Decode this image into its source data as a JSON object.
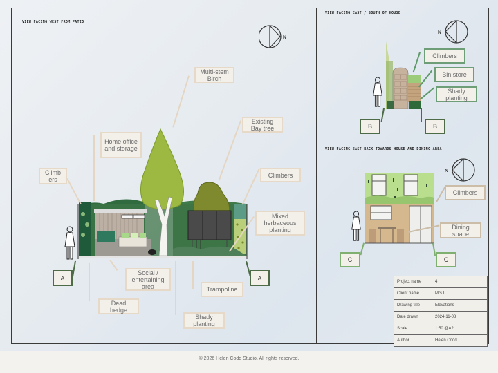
{
  "panels": {
    "main": {
      "title": "View facing west from patio",
      "labels": {
        "birch": "Multi-stem Birch",
        "home_office": "Home office and storage",
        "bay": "Existing Bay tree",
        "climbers_left": "Climb ers",
        "climbers_right": "Climbers",
        "mixed": "Mixed herbaceous planting",
        "social": "Social / entertaining area",
        "trampoline": "Trampoline",
        "dead_hedge": "Dead hedge",
        "shady": "Shady planting"
      },
      "section_marker": "A"
    },
    "top_right": {
      "title": "View facing east / south of house",
      "labels": {
        "climbers": "Climbers",
        "bin_store": "Bin store",
        "shady": "Shady planting"
      },
      "section_marker": "B"
    },
    "bottom_right": {
      "title": "View facing east back towards house and dining area",
      "labels": {
        "climbers": "Climbers",
        "dining": "Dining space"
      },
      "section_marker": "C"
    }
  },
  "north_label": "N",
  "title_block": [
    {
      "key": "Project name",
      "value": "4"
    },
    {
      "key": "Client name",
      "value": "Mrs L"
    },
    {
      "key": "Drawing title",
      "value": "Elevations"
    },
    {
      "key": "Date drawn",
      "value": "2024-11-08"
    },
    {
      "key": "Scale",
      "value": "1:50 @A2"
    },
    {
      "key": "Author",
      "value": "Helen Codd"
    }
  ],
  "footer": "© 2026 Helen Codd Studio. All rights reserved.",
  "colors": {
    "label_border_tan": "#e6d9c7",
    "label_border_green": "#6e9e78",
    "section_border": "#4e6b48"
  }
}
